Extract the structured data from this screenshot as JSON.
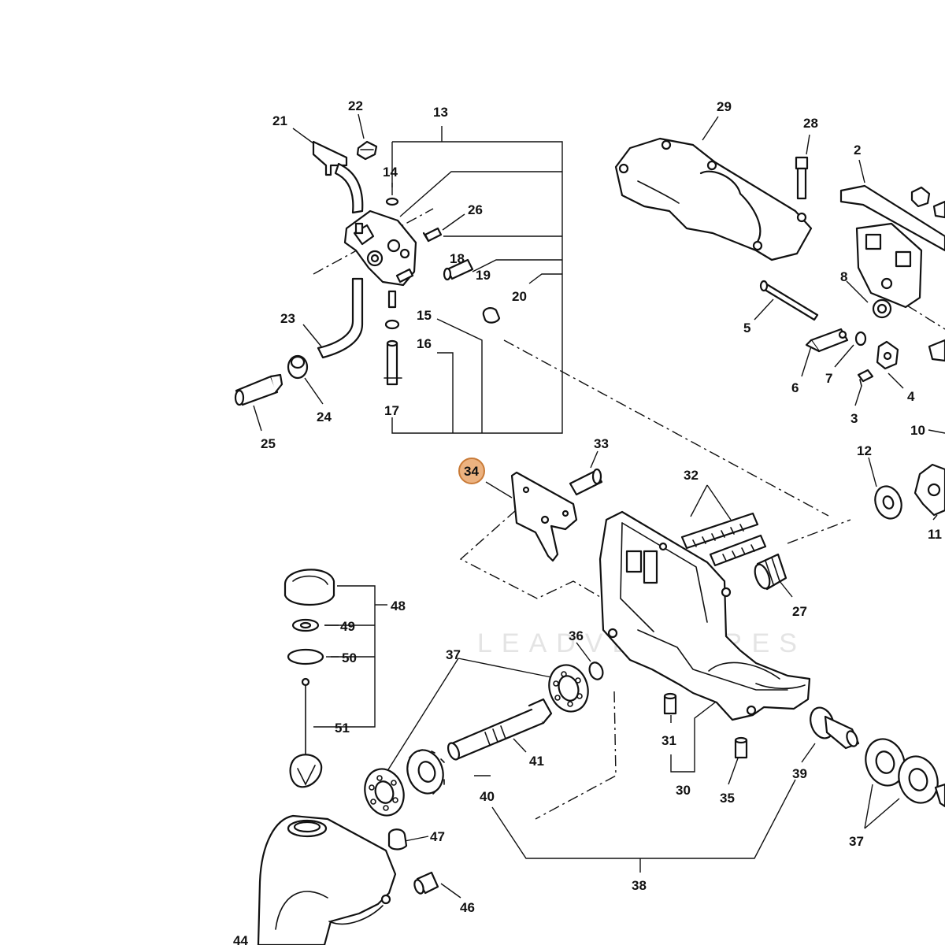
{
  "diagram": {
    "highlight_color": "#e9a46a",
    "highlight_stroke": "#c97b38",
    "highlighted_part": "34",
    "watermark": "LEADVENTURES",
    "labels": {
      "l2": "2",
      "l3": "3",
      "l4": "4",
      "l5": "5",
      "l6": "6",
      "l7": "7",
      "l8": "8",
      "l10": "10",
      "l11": "11",
      "l12": "12",
      "l13": "13",
      "l14": "14",
      "l15": "15",
      "l16": "16",
      "l17": "17",
      "l18": "18",
      "l19": "19",
      "l20": "20",
      "l21": "21",
      "l22": "22",
      "l23": "23",
      "l24": "24",
      "l25": "25",
      "l26": "26",
      "l27": "27",
      "l28": "28",
      "l29": "29",
      "l30": "30",
      "l31": "31",
      "l32": "32",
      "l33": "33",
      "l34": "34",
      "l35": "35",
      "l36": "36",
      "l37a": "37",
      "l37b": "37",
      "l38": "38",
      "l39": "39",
      "l40": "40",
      "l41": "41",
      "l44": "44",
      "l46": "46",
      "l47": "47",
      "l48": "48",
      "l49": "49",
      "l50": "50",
      "l51": "51"
    }
  }
}
